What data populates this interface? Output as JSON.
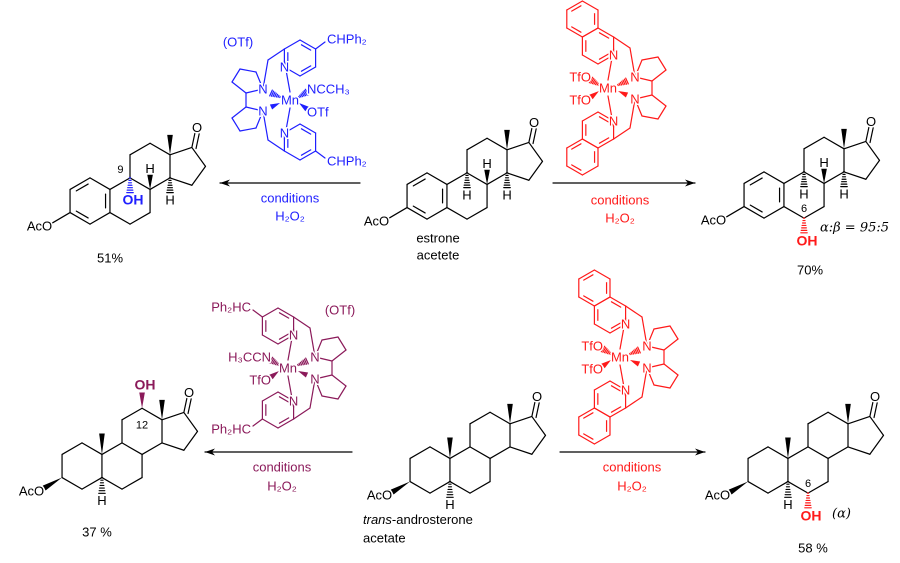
{
  "colors": {
    "blue": "#1f1fff",
    "red": "#ff1a1a",
    "maroon": "#8b1a5a",
    "black": "#000000"
  },
  "reactions": [
    {
      "conditions": "conditions",
      "reagent": "H₂O₂"
    },
    {
      "conditions": "conditions",
      "reagent": "H₂O₂"
    },
    {
      "conditions": "conditions",
      "reagent": "H₂O₂"
    },
    {
      "conditions": "conditions",
      "reagent": "H₂O₂"
    }
  ],
  "substrates": {
    "estrone": {
      "name": "estrone",
      "name2": "acetete"
    },
    "androsterone": {
      "prefix": "trans",
      "name": "-androsterone",
      "name2": "acetate"
    }
  },
  "products": [
    {
      "yield": "51%",
      "position": "9",
      "group": "OH"
    },
    {
      "yield": "70%",
      "position": "6",
      "group": "OH",
      "selectivity": "α:β = 95:5"
    },
    {
      "yield": "37 %",
      "position": "12",
      "group": "OH"
    },
    {
      "yield": "58 %",
      "position": "6",
      "group": "OH",
      "stereo": "(α)"
    }
  ],
  "atoms": {
    "acetoxy": "AcO",
    "hydrogen": "H",
    "oxygen": "O"
  },
  "catalysts": [
    {
      "metal": "Mn",
      "donor": "N",
      "counterion": "(OTf)",
      "substituent": "CHPh₂",
      "ligand_a": "NCCH₃",
      "ligand_b": "OTf"
    },
    {
      "metal": "Mn",
      "donor": "N",
      "ligand_a": "TfO",
      "ligand_b": "TfO"
    },
    {
      "metal": "Mn",
      "donor": "N",
      "counterion": "(OTf)",
      "substituent": "Ph₂HC",
      "ligand_a": "H₃CCN",
      "ligand_b": "TfO"
    },
    {
      "metal": "Mn",
      "donor": "N",
      "ligand_a": "TfO",
      "ligand_b": "TfO"
    }
  ]
}
